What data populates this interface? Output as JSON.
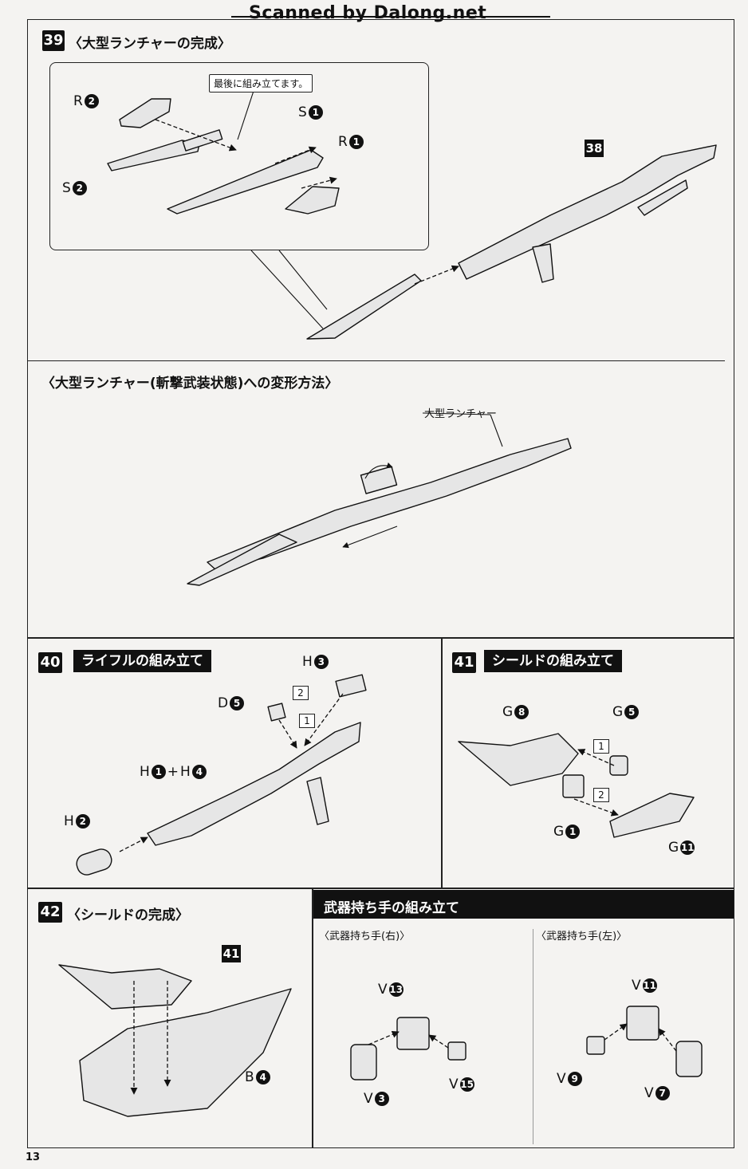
{
  "watermark": "Scanned by Dalong.net",
  "page_number": "13",
  "step39": {
    "number": "39",
    "title": "〈大型ランチャーの完成〉",
    "callout": "最後に組み立てます。",
    "ref_step": "38",
    "parts": {
      "r2": {
        "letter": "R",
        "num": "2"
      },
      "s2": {
        "letter": "S",
        "num": "2"
      },
      "s1": {
        "letter": "S",
        "num": "1"
      },
      "r1": {
        "letter": "R",
        "num": "1"
      }
    }
  },
  "transform": {
    "title": "〈大型ランチャー(斬撃武装状態)への変形方法〉",
    "label": "大型ランチャー"
  },
  "step40": {
    "number": "40",
    "title": "ライフルの組み立て",
    "order1": "1",
    "order2": "2",
    "parts": {
      "h3": {
        "letter": "H",
        "num": "3"
      },
      "d5": {
        "letter": "D",
        "num": "5"
      },
      "h1": {
        "letter": "H",
        "num": "1"
      },
      "plus": "+",
      "h4": {
        "letter": "H",
        "num": "4"
      },
      "h2": {
        "letter": "H",
        "num": "2"
      }
    }
  },
  "step41": {
    "number": "41",
    "title": "シールドの組み立て",
    "order1": "1",
    "order2": "2",
    "parts": {
      "g8": {
        "letter": "G",
        "num": "8"
      },
      "g5": {
        "letter": "G",
        "num": "5"
      },
      "g1": {
        "letter": "G",
        "num": "1"
      },
      "g11": {
        "letter": "G",
        "num": "11"
      }
    }
  },
  "step42": {
    "number": "42",
    "title": "〈シールドの完成〉",
    "ref_step": "41",
    "parts": {
      "b4": {
        "letter": "B",
        "num": "4"
      }
    }
  },
  "hands": {
    "title": "武器持ち手の組み立て",
    "right_title": "〈武器持ち手(右)〉",
    "left_title": "〈武器持ち手(左)〉",
    "right_parts": {
      "v13": {
        "letter": "V",
        "num": "13"
      },
      "v3": {
        "letter": "V",
        "num": "3"
      },
      "v15": {
        "letter": "V",
        "num": "15"
      }
    },
    "left_parts": {
      "v11": {
        "letter": "V",
        "num": "11"
      },
      "v9": {
        "letter": "V",
        "num": "9"
      },
      "v7": {
        "letter": "V",
        "num": "7"
      }
    }
  },
  "colors": {
    "ink": "#111111",
    "paper": "#f4f3f1",
    "part_fill": "#e6e6e6"
  }
}
